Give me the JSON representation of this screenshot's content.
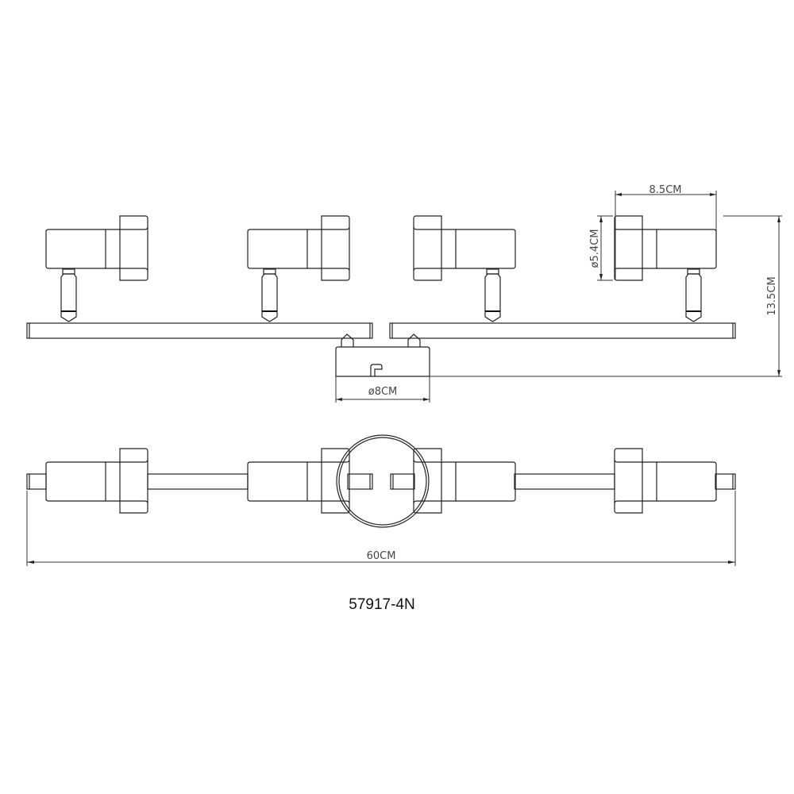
{
  "drawing": {
    "model_number": "57917-4N",
    "dimensions": {
      "head_length": "8.5CM",
      "head_diameter": "ø5.4CM",
      "total_height": "13.5CM",
      "base_diameter": "ø8CM",
      "total_length": "60CM"
    },
    "colors": {
      "line": "#222222",
      "background": "#ffffff"
    }
  }
}
